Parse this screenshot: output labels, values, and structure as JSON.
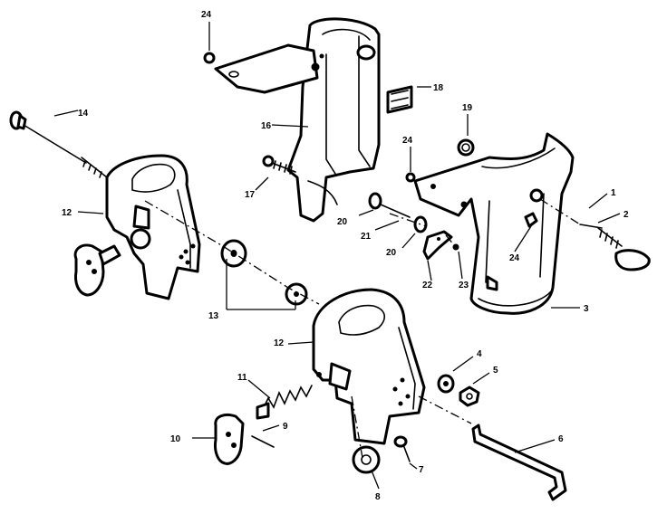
{
  "callouts": {
    "c1": "1",
    "c2": "2",
    "c3": "3",
    "c4": "4",
    "c5": "5",
    "c6": "6",
    "c7": "7",
    "c8": "8",
    "c9": "9",
    "c10": "10",
    "c11": "11",
    "c12a": "12",
    "c12b": "12",
    "c13": "13",
    "c14": "14",
    "c16": "16",
    "c17": "17",
    "c18": "18",
    "c19": "19",
    "c20a": "20",
    "c20b": "20",
    "c21": "21",
    "c22": "22",
    "c23": "23",
    "c24a": "24",
    "c24b": "24",
    "c24c": "24"
  }
}
